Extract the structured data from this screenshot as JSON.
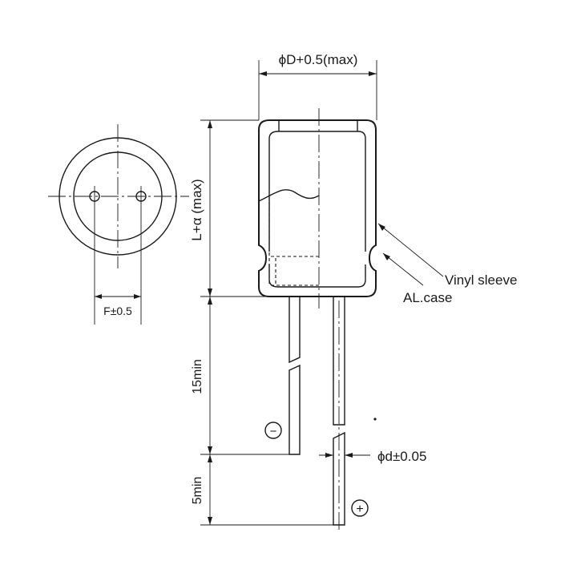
{
  "labels": {
    "diameter": "ϕD+0.5(max)",
    "length": "L+α (max)",
    "lead_15": "15min",
    "lead_5": "5min",
    "spacing": "F±0.5",
    "lead_diameter": "ϕd±0.05",
    "vinyl": "Vinyl sleeve",
    "al_case": "AL.case",
    "minus": "−",
    "plus": "+"
  }
}
